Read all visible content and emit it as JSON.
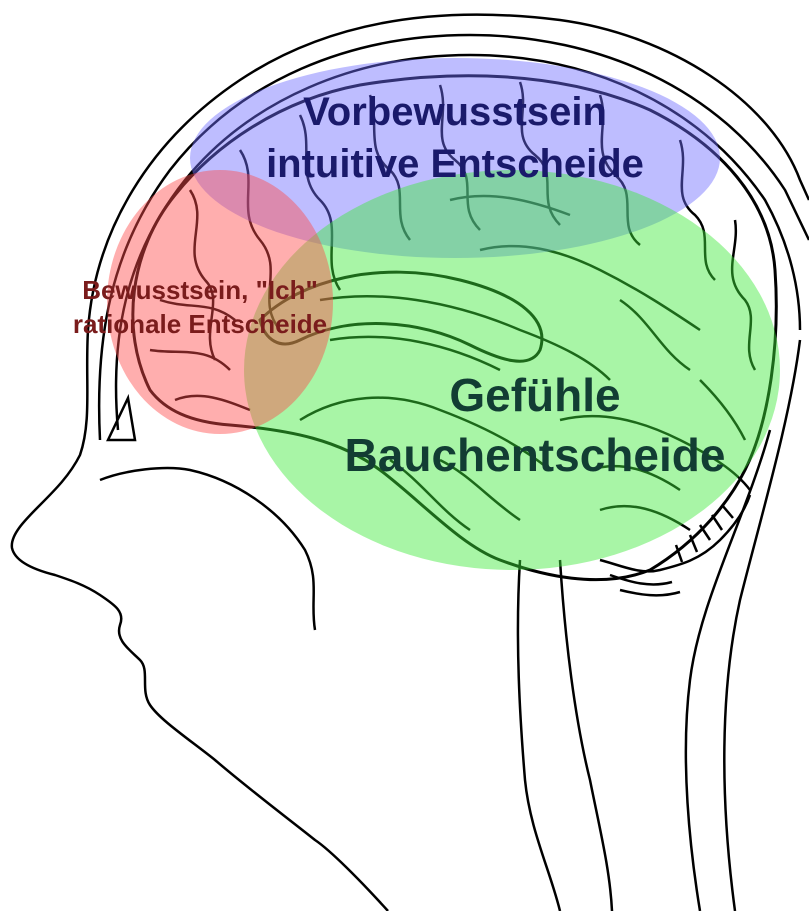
{
  "regions": {
    "preconscious": {
      "line1": "Vorbewusstsein",
      "line2": "intuitive Entscheide",
      "fill": "#6f6cff",
      "text_color": "#1a1a6b"
    },
    "conscious": {
      "line1": "Bewusstsein, \"Ich\"",
      "line2": "rationale Entscheide",
      "fill": "#ff4c4c",
      "text_color": "#7a1c1c"
    },
    "emotions": {
      "line1": "Gefühle",
      "line2": "Bauchentscheide",
      "fill": "#3ee83a",
      "text_color": "#123d33"
    }
  },
  "drawing": {
    "line_color": "#000000",
    "background": "#ffffff"
  }
}
